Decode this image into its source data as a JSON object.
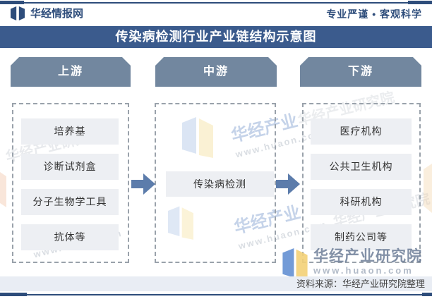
{
  "header": {
    "brand": "华经情报网",
    "slogan": "专业严谨 • 客观科学"
  },
  "title": "传染病检测行业产业链结构示意图",
  "columns": [
    {
      "label": "上游",
      "items": [
        "培养基",
        "诊断试剂盒",
        "分子生物学工具",
        "抗体等"
      ]
    },
    {
      "label": "中游",
      "items": [
        "传染病检测"
      ]
    },
    {
      "label": "下游",
      "items": [
        "医疗机构",
        "公共卫生机构",
        "科研机构",
        "制药公司等"
      ]
    }
  ],
  "footer": {
    "source": "资料来源：华经产业研究院整理"
  },
  "watermark": {
    "name": "华经产业研究院",
    "url": "www.huaon.com",
    "short": "华经产业"
  },
  "icons": {
    "brand_logo": "book-logo-icon",
    "arrow": "arrow-right-icon"
  },
  "colors": {
    "title_bar": "#3b5b8d",
    "column_header": "#72879f",
    "arrow": "#5c7cab",
    "accent_dark": "#2e4d7b",
    "item_bg": "#edeff3",
    "footer_bg": "#e9edf4",
    "logo_blue": "#5b8ad0",
    "logo_yellow": "#f3d077"
  }
}
